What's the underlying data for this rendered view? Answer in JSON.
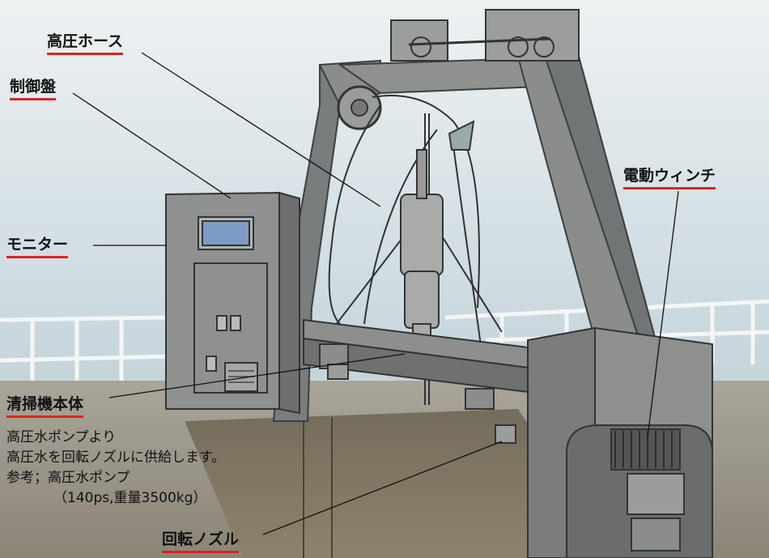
{
  "labels": {
    "hose": "高圧ホース",
    "control_panel": "制御盤",
    "monitor": "モニター",
    "cleaner_body": "清掃機本体",
    "winch": "電動ウィンチ",
    "nozzle": "回転ノズル"
  },
  "note": {
    "line1": "高圧水ポンプより",
    "line2": "高圧水を回転ノズルに供給します。",
    "line3": "参考；高圧水ポンプ",
    "line4": "（140ps,重量3500kg）"
  },
  "colors": {
    "underline": "#dd2222",
    "machine": "#8c8f8f",
    "sky": "#d9e3e8",
    "floor": "#7e7560"
  }
}
